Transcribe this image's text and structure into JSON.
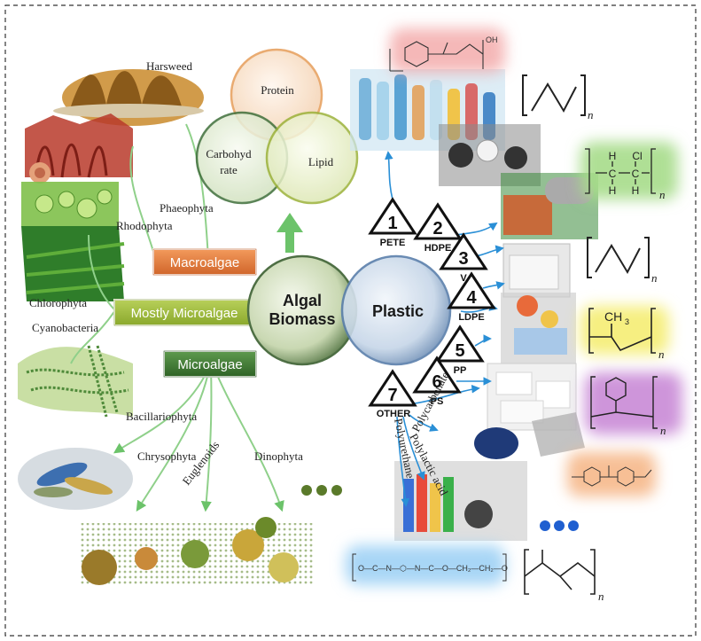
{
  "algae": {
    "macro_photo_label": "Harsweed",
    "groups": {
      "macroalgae": "Macroalgae",
      "mostly_microalgae": "Mostly Microalgae",
      "microalgae": "Microalgae"
    },
    "phyla": {
      "phaeophyta": "Phaeophyta",
      "rhodophyta": "Rhodophyta",
      "chlorophyta": "Chlorophyta",
      "cyanobacteria": "Cyanobacteria",
      "bacillariophyta": "Bacillariophyta",
      "chrysophyta": "Chrysophyta",
      "euglenoids": "Euglenoids",
      "dinophyta": "Dinophyta"
    }
  },
  "venn": {
    "protein": "Protein",
    "carbohydrate_line1": "Carbohyd",
    "carbohydrate_line2": "rate",
    "lipid": "Lipid"
  },
  "center": {
    "algal_line1": "Algal",
    "algal_line2": "Biomass",
    "plastic": "Plastic"
  },
  "plastics": {
    "codes": [
      {
        "num": "1",
        "name": "PETE"
      },
      {
        "num": "2",
        "name": "HDPE"
      },
      {
        "num": "3",
        "name": "V"
      },
      {
        "num": "4",
        "name": "LDPE"
      },
      {
        "num": "5",
        "name": "PP"
      },
      {
        "num": "6",
        "name": "PS"
      },
      {
        "num": "7",
        "name": "OTHER"
      }
    ],
    "other_types": {
      "polycarbonate": "Polycarbonate",
      "polylactic": "Polylactic acid",
      "polyurethane": "Polyurethane"
    },
    "formula_labels": {
      "pvc_h1": "H",
      "pvc_cl": "Cl",
      "pvc_h2": "H",
      "pvc_h3": "H",
      "pvc_c1": "C",
      "pvc_c2": "C",
      "pp_ch3": "CH",
      "pp_sub": "3",
      "n": "n",
      "pu_chain": "O—C—N—⬡—N—C—O—CH₂—CH₂—O",
      "pet_oh": "OH"
    }
  },
  "colors": {
    "macro": "#e07a3a",
    "mostly_micro": "#9dbb3a",
    "micro": "#3f7a33",
    "arrow_green": "#6cc36a",
    "arrow_blue": "#2a8fd6",
    "glow_pet": "#f2a0a0",
    "glow_pvc": "#a6dc8a",
    "glow_pp": "#f6ee7a",
    "glow_ps": "#c98ad6",
    "glow_pc": "#f6b88a",
    "glow_pu": "#9fd2f5"
  }
}
